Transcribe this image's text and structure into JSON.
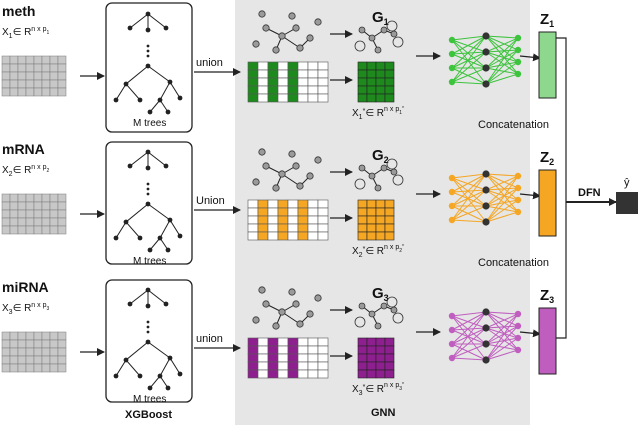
{
  "colors": {
    "meth": "#1e8a1e",
    "meth_light": "#3cc43c",
    "mrna": "#f5a623",
    "mirna": "#8e1f8e",
    "mirna_light": "#c05ec0",
    "gnn_panel": "#e6e6e6",
    "grid_gray": "#c8c8c8",
    "node_gray": "#9a9a9a",
    "dark": "#333333"
  },
  "omics": [
    {
      "name": "meth",
      "input_X": "X",
      "input_sub": "1",
      "input_space": "∈ R",
      "input_sup": "n x p",
      "input_sup_sub": "1",
      "union_label": "union",
      "trees_label": "M trees",
      "graph_label": "G",
      "graph_sub": "1",
      "feat_X": "X",
      "feat_sub": "1",
      "feat_star": "*",
      "feat_space": "∈ R",
      "feat_sup": "n x p",
      "feat_sup_sub": "1",
      "feat_sup_star": "*",
      "emb_label": "Z",
      "emb_sub": "1"
    },
    {
      "name": "mRNA",
      "input_X": "X",
      "input_sub": "2",
      "input_space": "∈ R",
      "input_sup": "n x p",
      "input_sup_sub": "2",
      "union_label": "Union",
      "trees_label": "M trees",
      "graph_label": "G",
      "graph_sub": "2",
      "feat_X": "X",
      "feat_sub": "2",
      "feat_star": "*",
      "feat_space": "∈ R",
      "feat_sup": "n x p",
      "feat_sup_sub": "2",
      "feat_sup_star": "*",
      "emb_label": "Z",
      "emb_sub": "2"
    },
    {
      "name": "miRNA",
      "input_X": "X",
      "input_sub": "3",
      "input_space": "∈ R",
      "input_sup": "n x p",
      "input_sup_sub": "3",
      "union_label": "union",
      "trees_label": "M trees",
      "graph_label": "G",
      "graph_sub": "3",
      "feat_X": "X",
      "feat_sub": "3",
      "feat_star": "*",
      "feat_space": "∈ R",
      "feat_sup": "n x p",
      "feat_sup_sub": "3",
      "feat_sup_star": "*",
      "emb_label": "Z",
      "emb_sub": "3"
    }
  ],
  "xgboost_label": "XGBoost",
  "gnn_label": "GNN",
  "concat_label": "Concatenation",
  "dfn_label": "DFN",
  "output_label": "ŷ"
}
